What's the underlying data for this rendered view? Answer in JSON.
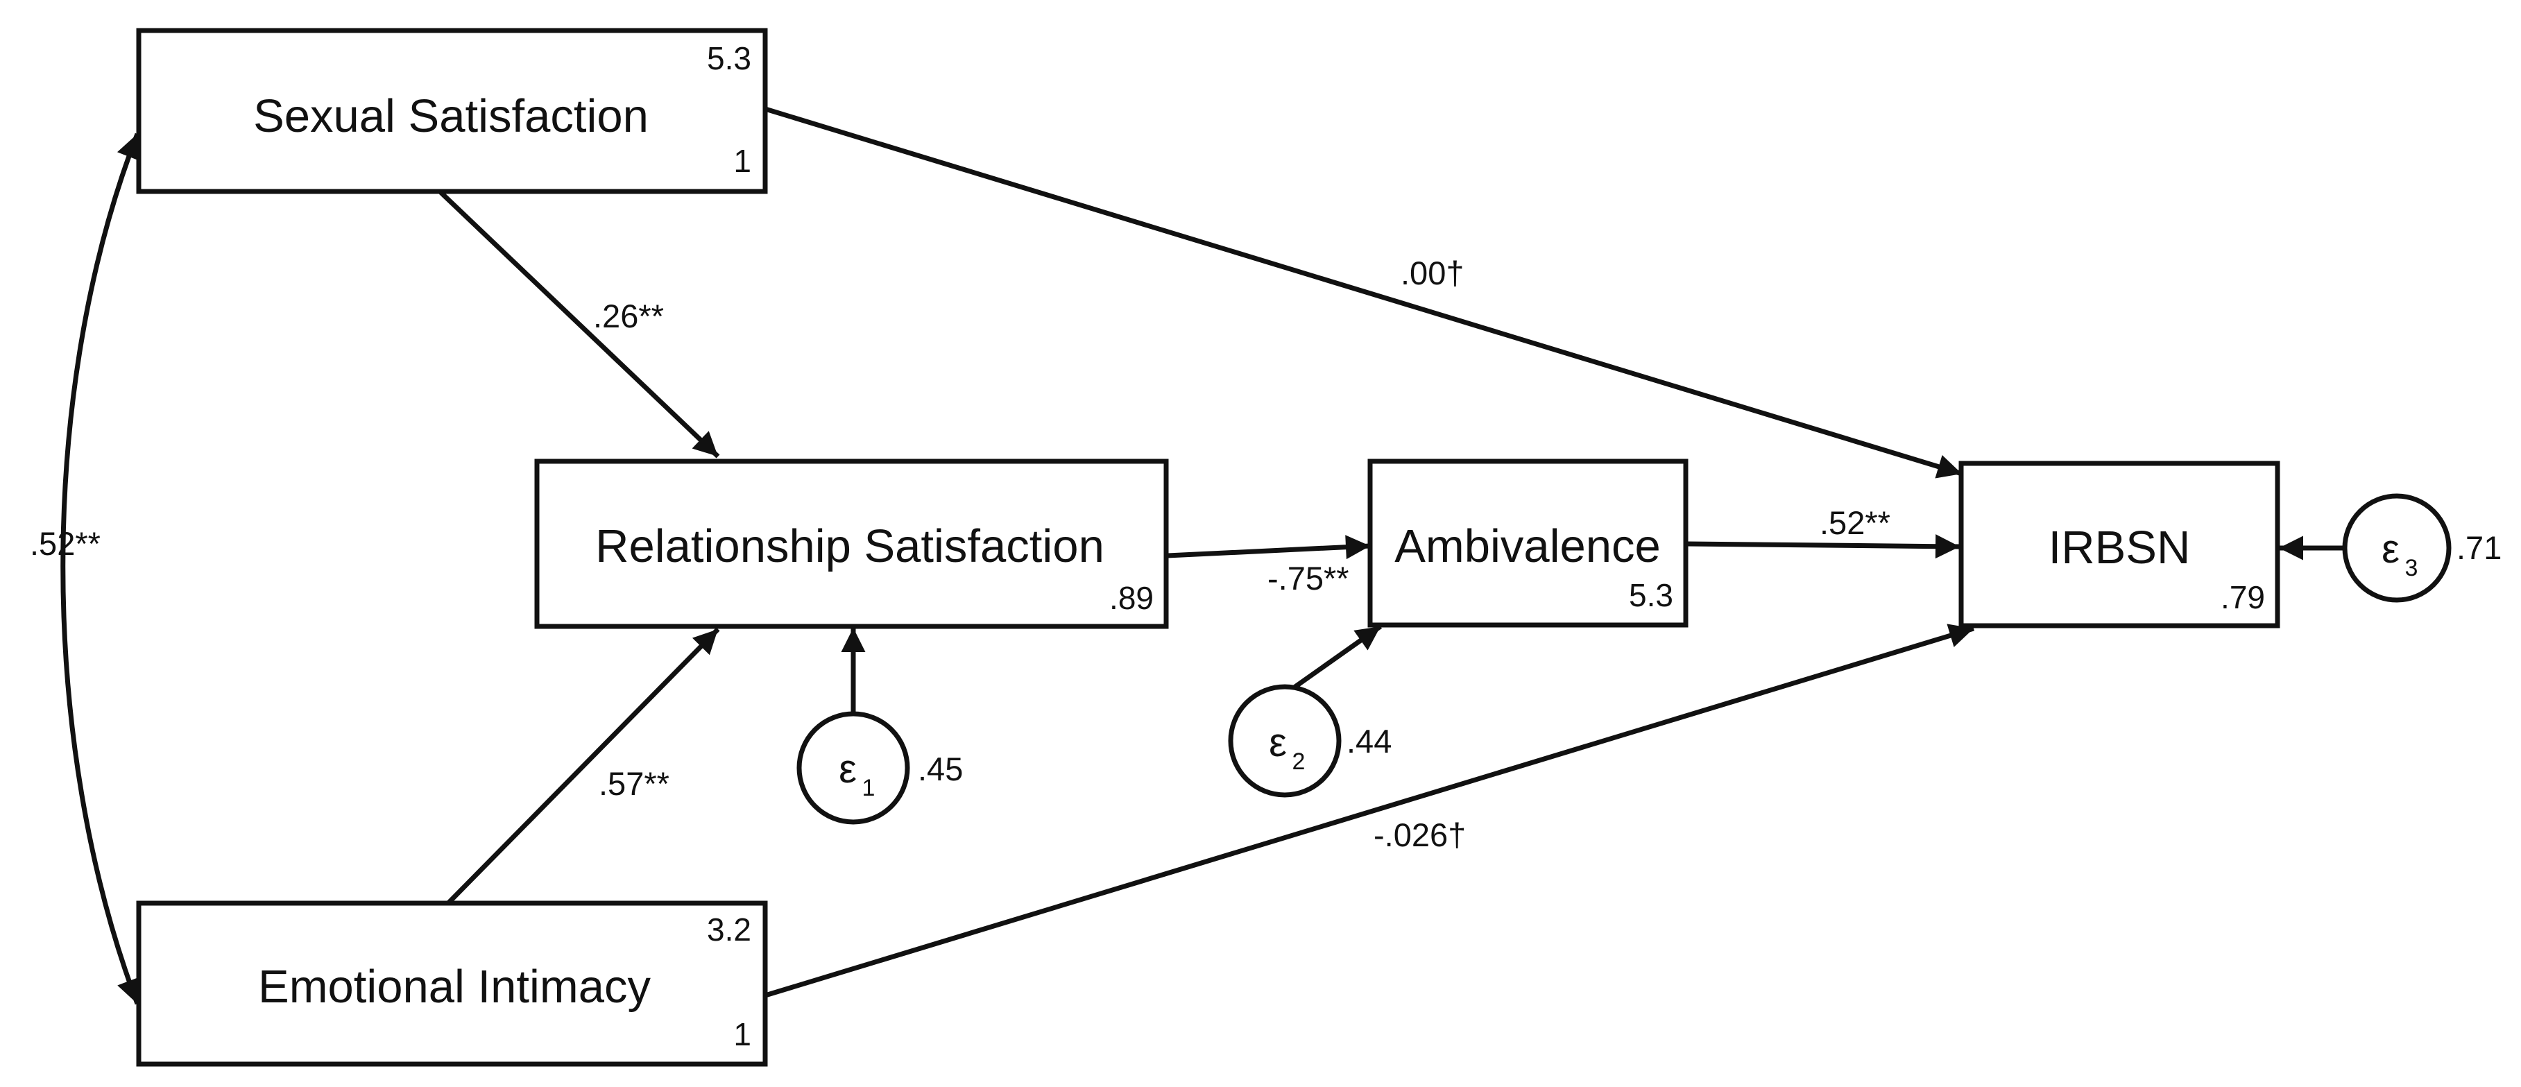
{
  "nodes": {
    "sexual_satisfaction": {
      "label": "Sexual Satisfaction",
      "top_value": "5.3",
      "bottom_value": "1"
    },
    "emotional_intimacy": {
      "label": "Emotional Intimacy",
      "top_value": "3.2",
      "bottom_value": "1"
    },
    "relationship_satisfaction": {
      "label": "Relationship Satisfaction",
      "bottom_value": ".89"
    },
    "ambivalence": {
      "label": "Ambivalence",
      "bottom_value": "5.3"
    },
    "irbsn": {
      "label": "IRBSN",
      "bottom_value": ".79"
    }
  },
  "errors": [
    {
      "symbol": "ε",
      "subscript": "1",
      "value": ".45"
    },
    {
      "symbol": "ε",
      "subscript": "2",
      "value": ".44"
    },
    {
      "symbol": "ε",
      "subscript": "3",
      "value": ".71"
    }
  ],
  "paths": {
    "sexual_to_relationship": ".26**",
    "sexual_to_irbsn": ".00†",
    "emotional_to_relationship": ".57**",
    "emotional_to_irbsn": "-.026†",
    "relationship_to_ambivalence": "-.75**",
    "ambivalence_to_irbsn": ".52**",
    "sexual_emotional_covariance": ".52**"
  }
}
